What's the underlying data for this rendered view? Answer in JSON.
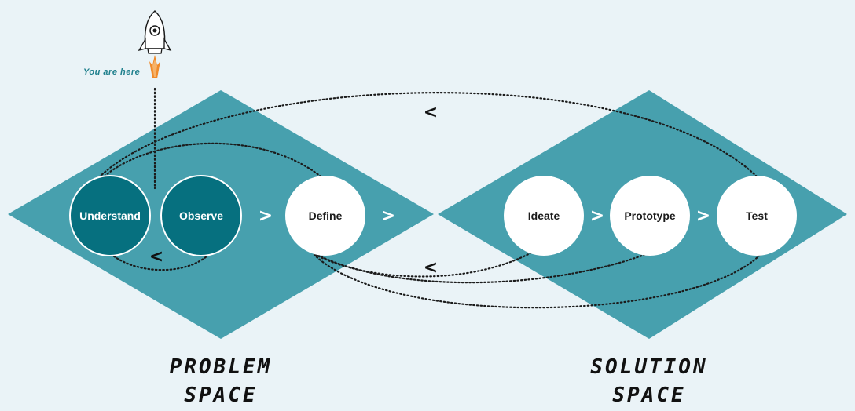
{
  "you_are_here": "You are here",
  "problem_space": {
    "line1": "PROBLEM",
    "line2": "SPACE"
  },
  "solution_space": {
    "line1": "SOLUTION",
    "line2": "SPACE"
  },
  "nodes": {
    "understand": "Understand",
    "observe": "Observe",
    "define": "Define",
    "ideate": "Ideate",
    "prototype": "Prototype",
    "test": "Test"
  },
  "arrows": {
    "forward": ">",
    "back": "<"
  },
  "colors": {
    "background": "#eaf3f7",
    "diamond": "#47a0ae",
    "active_node": "#06707f",
    "inactive_node": "#ffffff",
    "accent_text": "#1e7f8c",
    "rocket_flame": "#f08a2a"
  }
}
